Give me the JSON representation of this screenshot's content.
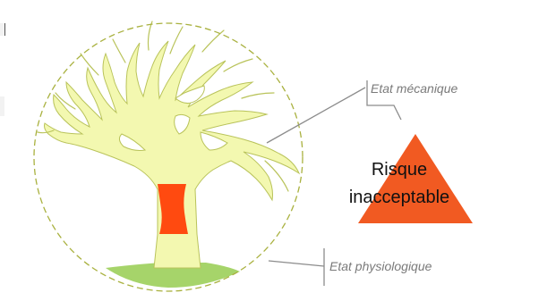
{
  "labels": {
    "mechanical_state": "Etat mécanique",
    "physiological_state": "Etat physiologique"
  },
  "risk": {
    "line1": "Risque",
    "line2": "inacceptable"
  },
  "colors": {
    "canopy": "#f3f8b0",
    "canopy_stroke": "#b9c35a",
    "trunk_defect": "#ff4a10",
    "ground": "#a6d46a",
    "triangle": "#f15a22",
    "circle": "#a9b13f",
    "leader": "#8c8c8c",
    "label_text": "#7a7a7a"
  }
}
